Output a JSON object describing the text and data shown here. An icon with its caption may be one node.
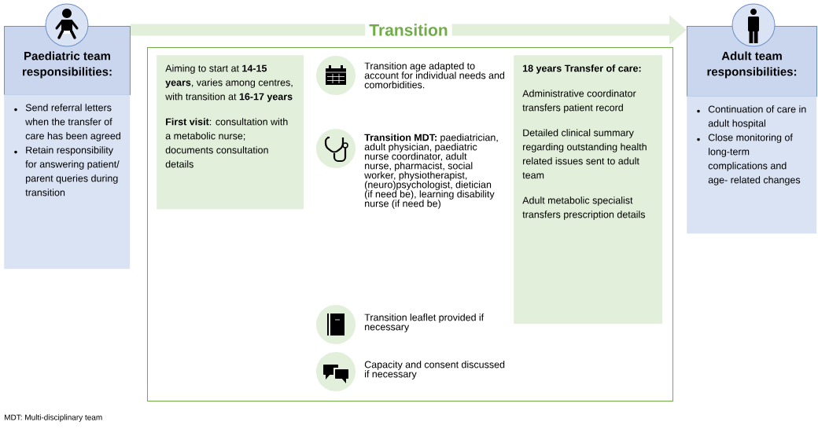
{
  "diagram": {
    "nodes": [
      {
        "text": [
          "Paediatric team responsibilities:"
        ]
      },
      {
        "text": [
          "Send referral letters when the transfer of care has been agreed",
          "Retain responsibility for answering patient/ parent queries during transition"
        ]
      },
      {
        "text": [],
        "shape": "box"
      },
      {
        "text": [
          "Aiming to start at **14-15 years**, varies among centres, with transition at **16-17 years**",
          "**First visit**: consultation with a metabolic nurse; documents consultation details"
        ],
        "in": 2
      },
      {
        "text": [
          "18 years Transfer of care:",
          "Administrative coordinator transfers patient record",
          "Detailed clinical summary regarding outstanding health related issues sent to adult team",
          "Adult metabolic specialist transfers prescription details"
        ],
        "in": 2
      },
      {
        "text": [
          "Adult team responsibilities:"
        ]
      },
      {
        "text": [
          "Continuation of care in adult hospital",
          "Close monitoring of long-term complications and age- related changes"
        ]
      }
    ],
    "edges": [
      {
        "from": 0,
        "to": 5,
        "arrow": "to",
        "label": "Transition"
      }
    ],
    "labels": [
      "Transition age adapted to account for individual needs and comorbidities.",
      "**Transition MDT:** paediatrician, adult physician, paediatric nurse coordinator, adult nurse, pharmacist, social worker, physiotherapist, (neuro)psychologist, dietician (if need be), learning disability nurse (if need be)",
      "Transition leaflet provided if necessary",
      "Capacity and consent discussed if necessary",
      "MDT: Multi-disciplinary team"
    ]
  }
}
